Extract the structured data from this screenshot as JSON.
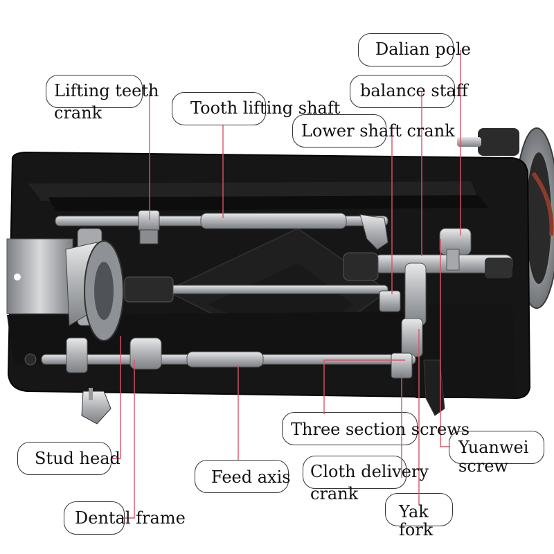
{
  "labels": {
    "dalian_pole": "Dalian pole",
    "lifting_teeth_crank_1": "Lifting teeth",
    "lifting_teeth_crank_2": "crank",
    "tooth_lifting_shaft": "Tooth lifting shaft",
    "balance_staff": "balance staff",
    "lower_shaft_crank": "Lower shaft crank",
    "three_section_screws": "Three section screws",
    "yuanwei_screw_1": "Yuanwei",
    "yuanwei_screw_2": "screw",
    "stud_head": "Stud head",
    "feed_axis": "Feed axis",
    "cloth_delivery_crank_1": "Cloth delivery",
    "cloth_delivery_crank_2": "crank",
    "yak_fork_1": "Yak",
    "yak_fork_2": "fork",
    "dental_frame": "Dental frame"
  },
  "colors": {
    "leader_line": "#d9546a",
    "machine_body": "#161616",
    "metal": "#b9bbbe",
    "callout_border": "#333333"
  }
}
